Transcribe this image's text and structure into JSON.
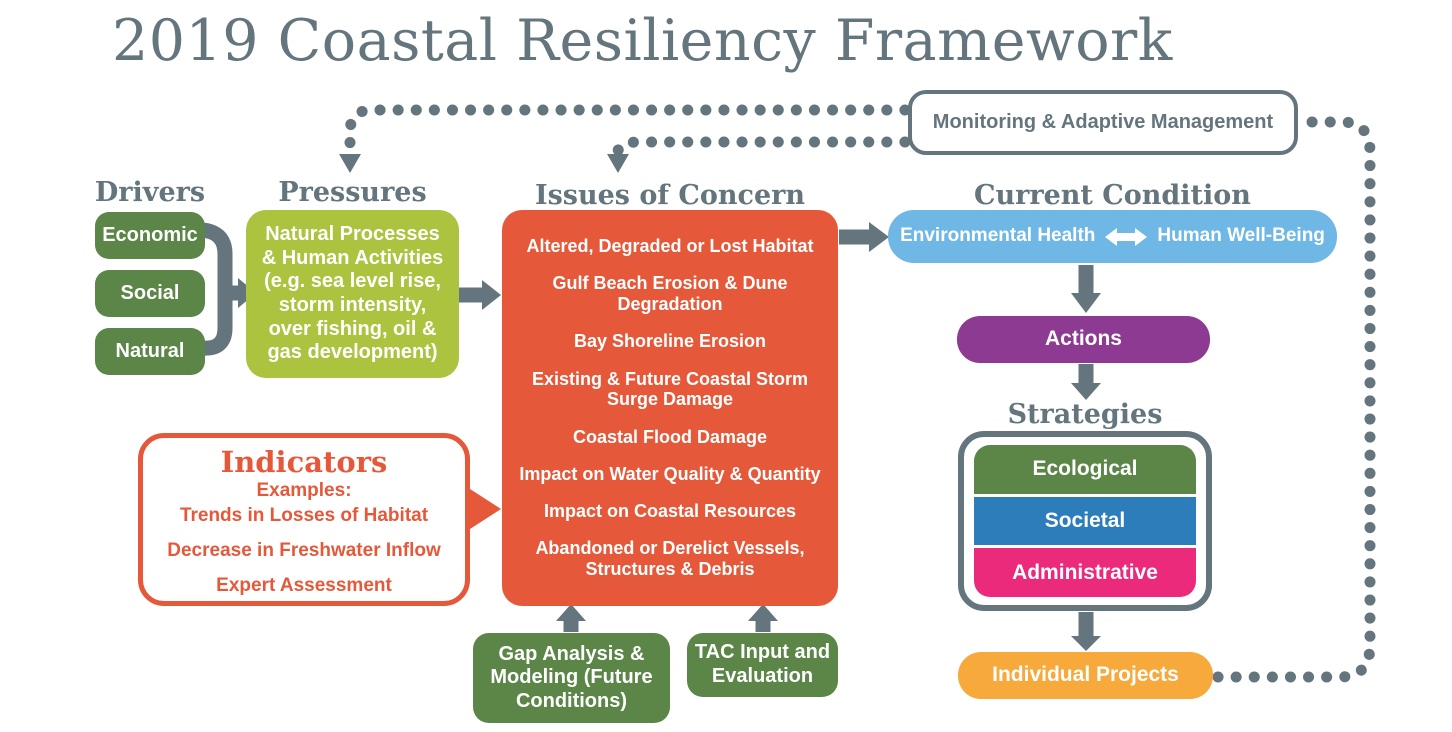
{
  "title": "2019 Coastal Resiliency Framework",
  "monitoring": {
    "label": "Monitoring & Adaptive Management"
  },
  "drivers": {
    "heading": "Drivers",
    "items": [
      "Economic",
      "Social",
      "Natural"
    ]
  },
  "pressures": {
    "heading": "Pressures",
    "bold": "Natural Processes\n& Human Activities",
    "detail": "(e.g. sea level rise,\nstorm intensity,\nover fishing, oil &\ngas development)"
  },
  "issues": {
    "heading": "Issues of Concern",
    "items": [
      "Altered, Degraded or Lost Habitat",
      "Gulf Beach Erosion & Dune Degradation",
      "Bay Shoreline Erosion",
      "Existing & Future Coastal Storm Surge Damage",
      "Coastal Flood Damage",
      "Impact on Water Quality & Quantity",
      "Impact on Coastal Resources",
      "Abandoned or Derelict Vessels, Structures & Debris"
    ]
  },
  "current_condition": {
    "heading": "Current Condition",
    "left": "Environmental Health",
    "right": "Human Well-Being"
  },
  "actions": {
    "label": "Actions"
  },
  "strategies": {
    "heading": "Strategies",
    "items": [
      {
        "label": "Ecological",
        "color": "#5b8648"
      },
      {
        "label": "Societal",
        "color": "#2e7dbb"
      },
      {
        "label": "Administrative",
        "color": "#eb2a7c"
      }
    ]
  },
  "individual_projects": {
    "label": "Individual Projects"
  },
  "indicators": {
    "heading": "Indicators",
    "subheading": "Examples:",
    "items": [
      "Trends in Losses of Habitat",
      "Decrease in Freshwater Inflow",
      "Expert Assessment"
    ]
  },
  "gap_analysis": {
    "label": "Gap Analysis &\nModeling (Future\nConditions)"
  },
  "tac": {
    "label": "TAC Input and\nEvaluation"
  },
  "palette": {
    "slate": "#64757d",
    "dark_green": "#5b8648",
    "lime": "#abc33e",
    "orange": "#e5593a",
    "light_blue": "#6fb7e5",
    "purple": "#8c3a92",
    "amber": "#f7a93c"
  }
}
